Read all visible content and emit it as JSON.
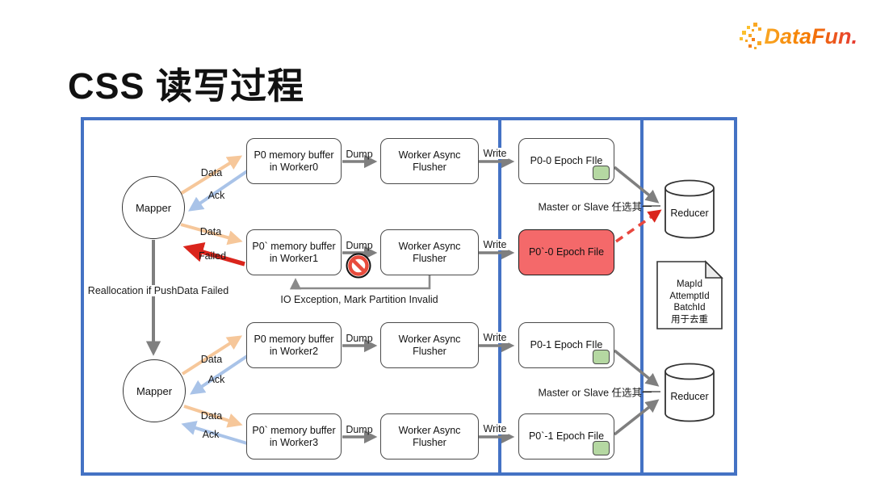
{
  "logo": {
    "text": "DataFun."
  },
  "title": "CSS 读写过程",
  "diagram": {
    "mapper_label": "Mapper",
    "reducer_label": "Reducer",
    "flusher_label": "Worker Async Flusher",
    "buffers": [
      {
        "line1": "P0 memory buffer",
        "line2": "in Worker0"
      },
      {
        "line1": "P0` memory buffer",
        "line2": "in Worker1"
      },
      {
        "line1": "P0 memory buffer",
        "line2": "in Worker2"
      },
      {
        "line1": "P0` memory buffer",
        "line2": "in Worker3"
      }
    ],
    "epoch_files": [
      {
        "label": "P0-0 Epoch FIle",
        "status": "ok"
      },
      {
        "label": "P0`-0 Epoch File",
        "status": "invalid"
      },
      {
        "label": "P0-1 Epoch FIle",
        "status": "ok"
      },
      {
        "label": "P0`-1 Epoch File",
        "status": "ok"
      }
    ],
    "edge_labels": {
      "data": "Data",
      "ack": "Ack",
      "failed": "Failed",
      "dump": "Dump",
      "write": "Write"
    },
    "annotations": {
      "reallocation": "Reallocation if PushData Failed",
      "io_exception": "IO Exception, Mark Partition Invalid",
      "master_or_slave": "Master or Slave 任选其一",
      "dedup_lines": [
        "MapId",
        "AttemptId",
        "BatchId",
        "用于去重"
      ]
    },
    "colors": {
      "frame_blue": "#4472C4",
      "data_orange": "#F6C79A",
      "ack_blue": "#A9C3E8",
      "failed_red": "#DA251C",
      "arrow_gray": "#7F7F7F",
      "invalid_fill": "#F4696A",
      "epoch_badge_green": "#B5D8A2"
    }
  }
}
